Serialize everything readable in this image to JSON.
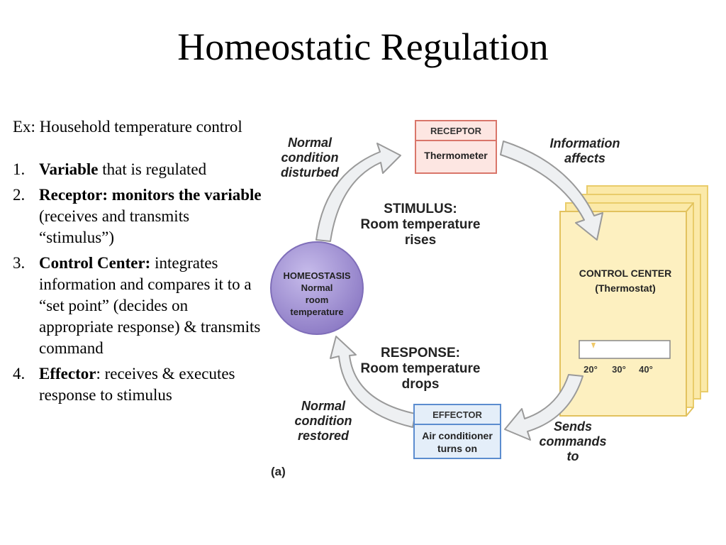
{
  "title": "Homeostatic Regulation",
  "intro": "Ex: Household temperature control",
  "items": [
    {
      "num": "1.",
      "bold": "Variable",
      "rest": " that is regulated"
    },
    {
      "num": "2.",
      "bold": "Receptor: monitors the variable",
      "rest": " (receives and transmits “stimulus”)"
    },
    {
      "num": "3.",
      "bold": "Control Center:",
      "rest": " integrates information and compares it to a “set point” (decides on appropriate response) & transmits command"
    },
    {
      "num": "4.",
      "bold": "Effector",
      "rest": ": receives & executes response to stimulus"
    }
  ],
  "diagram": {
    "receptor": {
      "header": "RECEPTOR",
      "body": "Thermometer"
    },
    "effector": {
      "header": "EFFECTOR",
      "body_line1": "Air conditioner",
      "body_line2": "turns on"
    },
    "homeostasis": {
      "line1": "HOMEOSTASIS",
      "line2": "Normal",
      "line3": "room",
      "line4": "temperature"
    },
    "control_center": {
      "line1": "CONTROL CENTER",
      "line2": "(Thermostat)"
    },
    "thermostat_scale": [
      "20°",
      "30°",
      "40°"
    ],
    "stimulus": {
      "line1": "STIMULUS:",
      "line2": "Room temperature",
      "line3": "rises"
    },
    "response": {
      "line1": "RESPONSE:",
      "line2": "Room temperature",
      "line3": "drops"
    },
    "label_disturbed": {
      "line1": "Normal",
      "line2": "condition",
      "line3": "disturbed"
    },
    "label_information": {
      "line1": "Information",
      "line2": "affects"
    },
    "label_restored": {
      "line1": "Normal",
      "line2": "condition",
      "line3": "restored"
    },
    "label_sends": {
      "line1": "Sends",
      "line2": "commands",
      "line3": "to"
    },
    "figure_label": "(a)"
  },
  "colors": {
    "box_fill": "#fde6e2",
    "box_border": "#d9766a",
    "effector_border": "#5b8ccf",
    "effector_fill": "#e4eef9",
    "homeostasis_fill": "#a393d3",
    "book_fill": "#fbe9a8",
    "book_edge": "#e9cc6a",
    "arrow_fill": "#eef0f2",
    "arrow_stroke": "#9a9a9a"
  }
}
